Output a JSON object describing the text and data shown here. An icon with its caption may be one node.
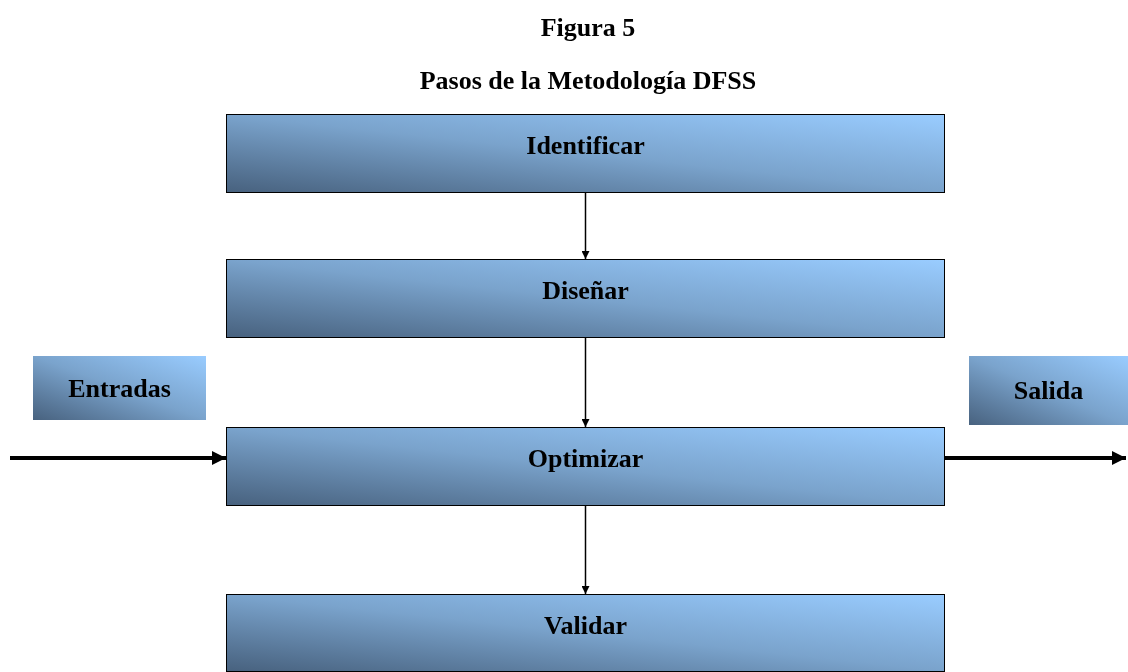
{
  "diagram": {
    "title": "Pasos de la Metodología DFSS",
    "nodes": [
      {
        "text": [
          "Identificar"
        ]
      },
      {
        "text": [
          "Diseñar"
        ]
      },
      {
        "text": [
          "Optimizar"
        ]
      },
      {
        "text": [
          "Validar"
        ]
      },
      {
        "text": [
          "Entradas"
        ]
      },
      {
        "text": [
          "Salida"
        ]
      }
    ],
    "edges": [
      {
        "from": 0,
        "to": 1,
        "arrow": "to"
      },
      {
        "from": 1,
        "to": 2,
        "arrow": "to"
      },
      {
        "from": 2,
        "to": 3,
        "arrow": "to"
      },
      {
        "from": null,
        "to": 2,
        "arrow": "to",
        "style": "thick"
      },
      {
        "from": 2,
        "to": 5,
        "arrow": "to",
        "style": "thick"
      }
    ],
    "labels": [
      "Figura 5"
    ]
  }
}
